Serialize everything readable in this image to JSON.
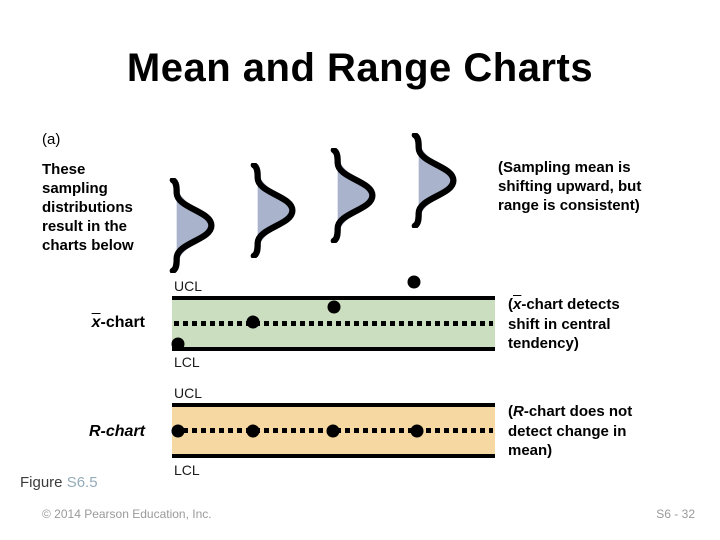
{
  "slide": {
    "title": "Mean and Range Charts",
    "panel_label": "(a)",
    "intro_note": "These\nsampling\ndistributions\nresult in the\ncharts below",
    "shift_note": "(Sampling mean is\nshifting upward, but\nrange is consistent)",
    "figure": {
      "prefix": "Figure",
      "number": "S6.5"
    },
    "footer": {
      "copyright": "© 2014 Pearson Education, Inc.",
      "page": "S6 - 32"
    }
  },
  "colors": {
    "distribution_fill": "#a9b3cc",
    "xbar_band": "#ccdec0",
    "r_band": "#f6d8a2"
  },
  "sampling_distributions": {
    "count": 4,
    "shift_direction": "upward"
  },
  "chart_data": [
    {
      "type": "scatter",
      "id": "xbar",
      "label": {
        "variable": "x",
        "suffix": "-chart"
      },
      "ucl_label": "UCL",
      "lcl_label": "LCL",
      "band_color": "#ccdec0",
      "points_pct": [
        {
          "x": 1.9,
          "y": 93.6
        },
        {
          "x": 25.1,
          "y": 46.8
        },
        {
          "x": 50.1,
          "y": 14.9
        },
        {
          "x": 74.9,
          "y": -38.3
        }
      ],
      "annotation": {
        "open": "(",
        "variable": "x",
        "rest": "-chart detects\nshift in central\ntendency)"
      }
    },
    {
      "type": "scatter",
      "id": "r",
      "label": {
        "variable": "R",
        "suffix": "-chart"
      },
      "ucl_label": "UCL",
      "lcl_label": "LCL",
      "band_color": "#f6d8a2",
      "points_pct": [
        {
          "x": 1.9,
          "y": 50
        },
        {
          "x": 25.1,
          "y": 50
        },
        {
          "x": 49.8,
          "y": 50
        },
        {
          "x": 75.8,
          "y": 50
        }
      ],
      "annotation": {
        "open": "(",
        "variable": "R",
        "rest": "-chart does not\ndetect change in\nmean)"
      }
    }
  ]
}
